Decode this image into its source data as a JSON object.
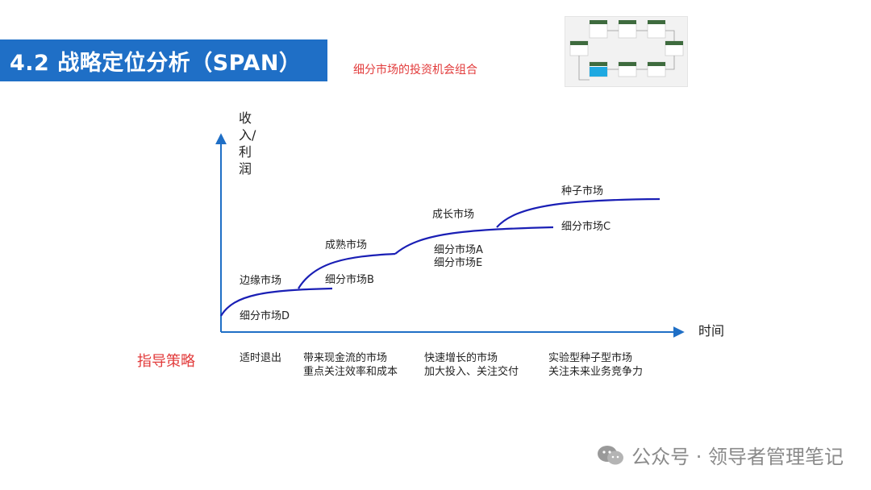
{
  "header": {
    "title": "4.2 战略定位分析（SPAN）",
    "subtitle": "细分市场的投资机会组合"
  },
  "axes": {
    "y_label": "收入/利润",
    "x_label": "时间"
  },
  "curve_labels": {
    "edge_market": "边缘市场",
    "segment_d": "细分市场D",
    "mature_market": "成熟市场",
    "segment_b": "细分市场B",
    "growth_market": "成长市场",
    "segment_a": "细分市场A",
    "segment_e": "细分市场E",
    "seed_market": "种子市场",
    "segment_c": "细分市场C"
  },
  "guidance": {
    "title": "指导策略",
    "items": [
      [
        "适时退出"
      ],
      [
        "带来现金流的市场",
        "重点关注效率和成本"
      ],
      [
        "快速增长的市场",
        "加大投入、关注交付"
      ],
      [
        "实验型种子型市场",
        "关注未来业务竞争力"
      ]
    ]
  },
  "footer": {
    "text": "公众号 · 领导者管理笔记"
  },
  "colors": {
    "title_bg": "#1f6fc6",
    "accent_red": "#e23b3b",
    "axis": "#1f6fc6",
    "curve": "#1a1fb5"
  }
}
